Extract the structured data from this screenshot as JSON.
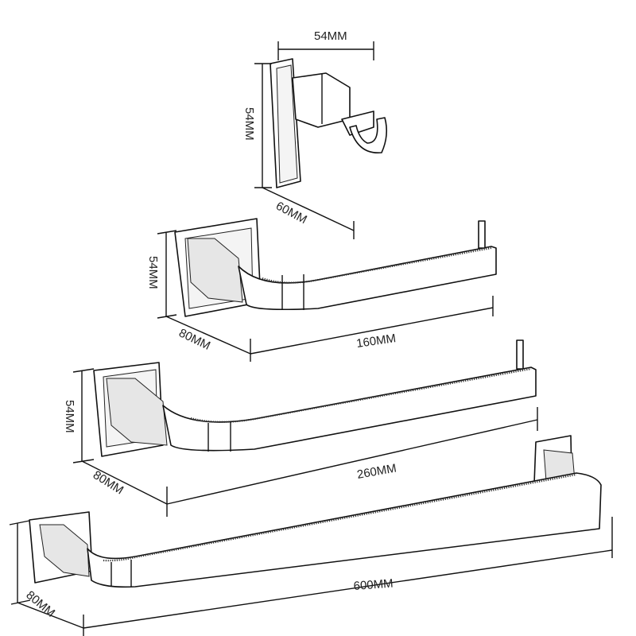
{
  "products": [
    {
      "name": "robe-hook",
      "dimensions": {
        "width": "54MM",
        "height": "54MM",
        "depth": "60MM"
      }
    },
    {
      "name": "toilet-paper-holder",
      "dimensions": {
        "height": "54MM",
        "depth": "80MM",
        "length": "160MM"
      }
    },
    {
      "name": "towel-ring-bar",
      "dimensions": {
        "height": "54MM",
        "depth": "80MM",
        "length": "260MM"
      }
    },
    {
      "name": "towel-bar",
      "dimensions": {
        "depth": "80MM",
        "length": "600MM"
      }
    }
  ]
}
